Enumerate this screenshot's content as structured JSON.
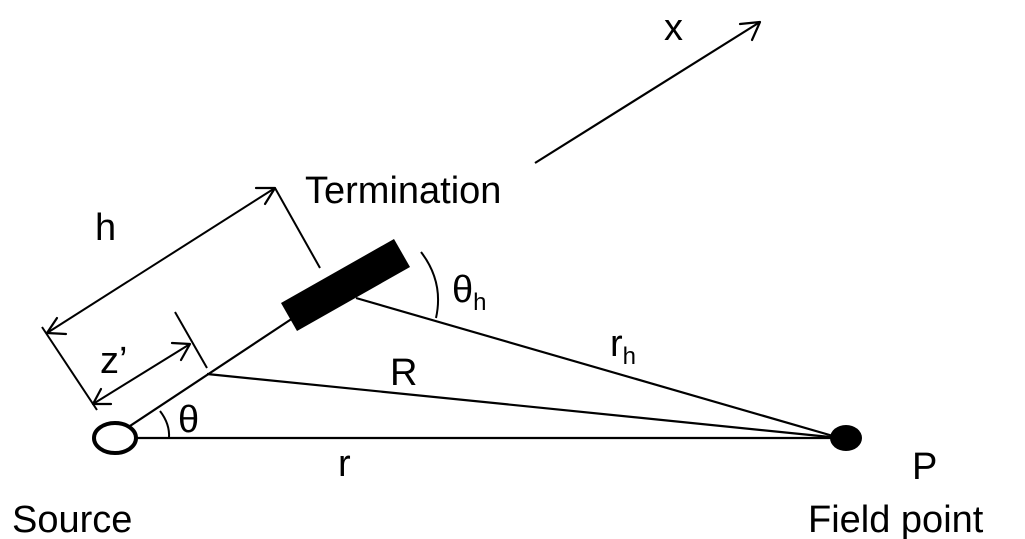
{
  "labels": {
    "x": "x",
    "termination": "Termination",
    "h": "h",
    "theta_h_main": "θ",
    "theta_h_sub": "h",
    "z_prime": "z’",
    "R": "R",
    "r_h_main": "r",
    "r_h_sub": "h",
    "theta": "θ",
    "r": "r",
    "P": "P",
    "source": "Source",
    "field_point": "Field point"
  },
  "colors": {
    "ink": "#000000",
    "background": "#ffffff"
  }
}
